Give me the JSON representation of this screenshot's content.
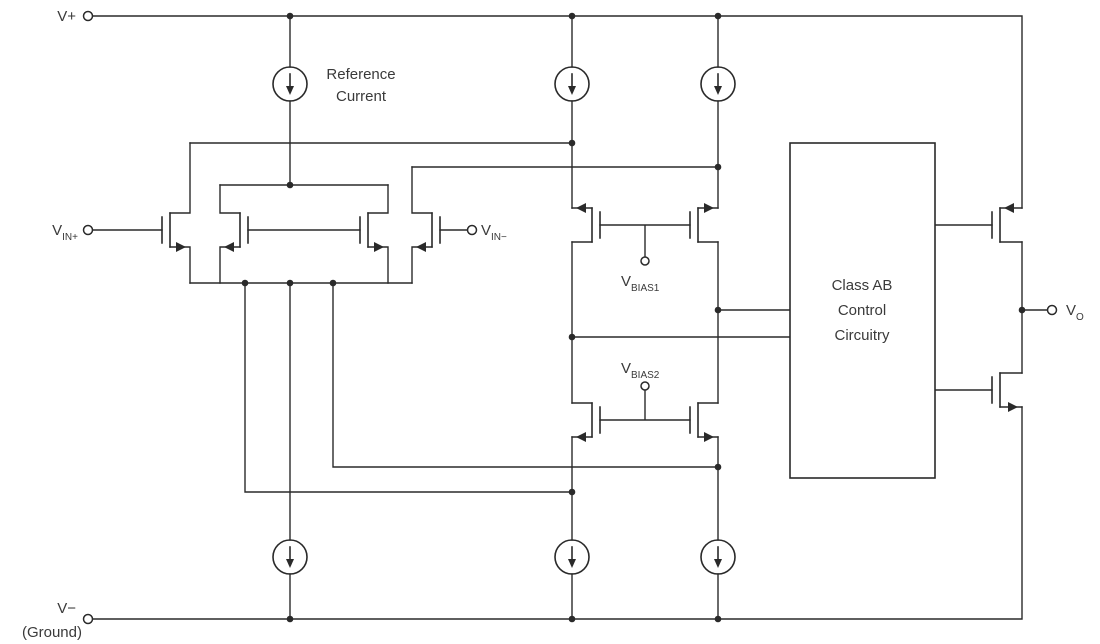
{
  "diagram": {
    "type": "op-amp-schematic",
    "labels": {
      "v_plus": "V+",
      "v_minus": "V−",
      "ground": "(Ground)",
      "reference_current": {
        "line1": "Reference",
        "line2": "Current"
      },
      "vin_plus": {
        "base": "V",
        "sub": "IN+"
      },
      "vin_minus": {
        "base": "V",
        "sub": "IN−"
      },
      "vbias1": {
        "base": "V",
        "sub": "BIAS1"
      },
      "vbias2": {
        "base": "V",
        "sub": "BIAS2"
      },
      "vout": {
        "base": "V",
        "sub": "O"
      },
      "class_ab": {
        "line1": "Class AB",
        "line2": "Control",
        "line3": "Circuitry"
      }
    },
    "icons": {
      "current_source": "circle-with-down-arrow",
      "terminal": "open-circle",
      "junction": "filled-dot",
      "transistor": "mosfet-symbol"
    },
    "colors": {
      "stroke": "#2a2a2a",
      "text": "#3a3a3a",
      "background": "#ffffff"
    }
  }
}
